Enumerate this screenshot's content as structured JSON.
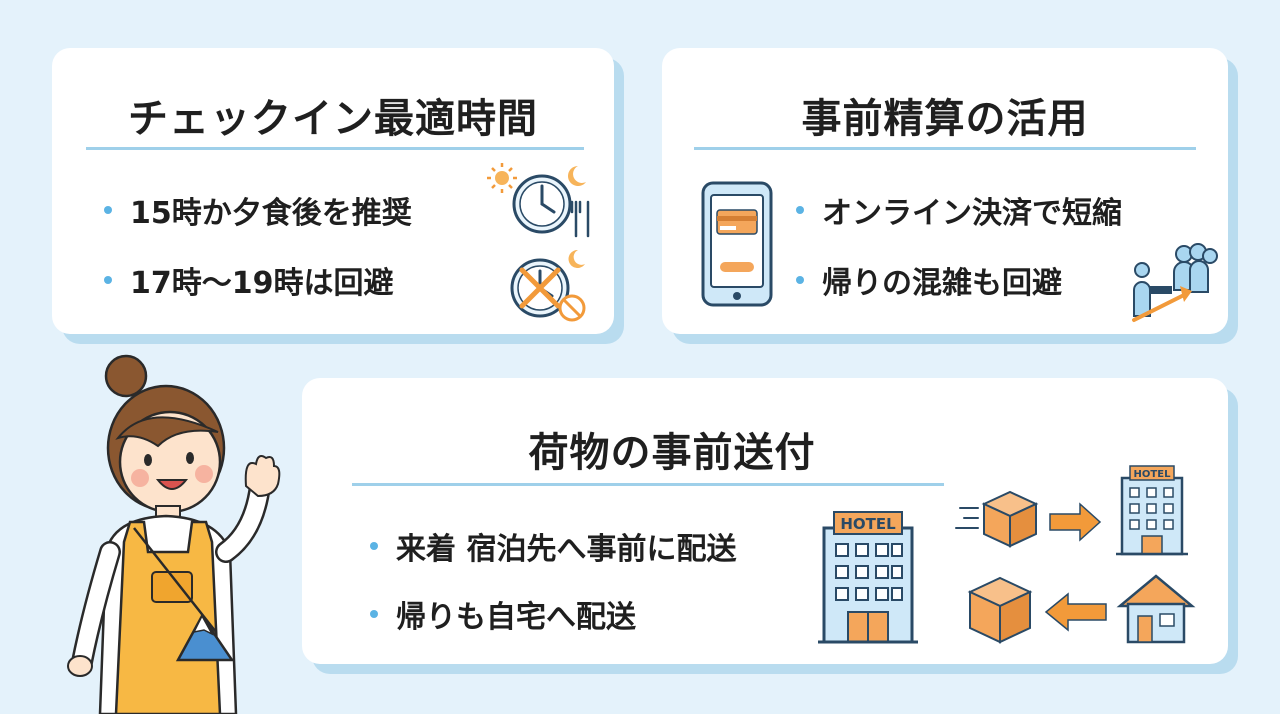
{
  "cards": {
    "checkin": {
      "title": "チェックイン最適時間",
      "bullets": [
        "15時か夕食後を推奨",
        "17時〜19時は回避"
      ]
    },
    "prepay": {
      "title": "事前精算の活用",
      "bullets": [
        "オンライン決済で短縮",
        "帰りの混雑も回避"
      ]
    },
    "luggage": {
      "title": "荷物の事前送付",
      "bullets": [
        "来着 宿泊先へ事前に配送",
        "帰りも自宅へ配送"
      ],
      "hotel_sign_large": "HOTEL",
      "hotel_sign_small": "HOTEL"
    }
  },
  "colors": {
    "background": "#e4f2fb",
    "card_shadow": "#b9dcef",
    "rule": "#9fd0ea",
    "bullet_dot": "#5bb3e4",
    "box_orange": "#f4a65b",
    "building_blue": "#a9d6f0"
  }
}
